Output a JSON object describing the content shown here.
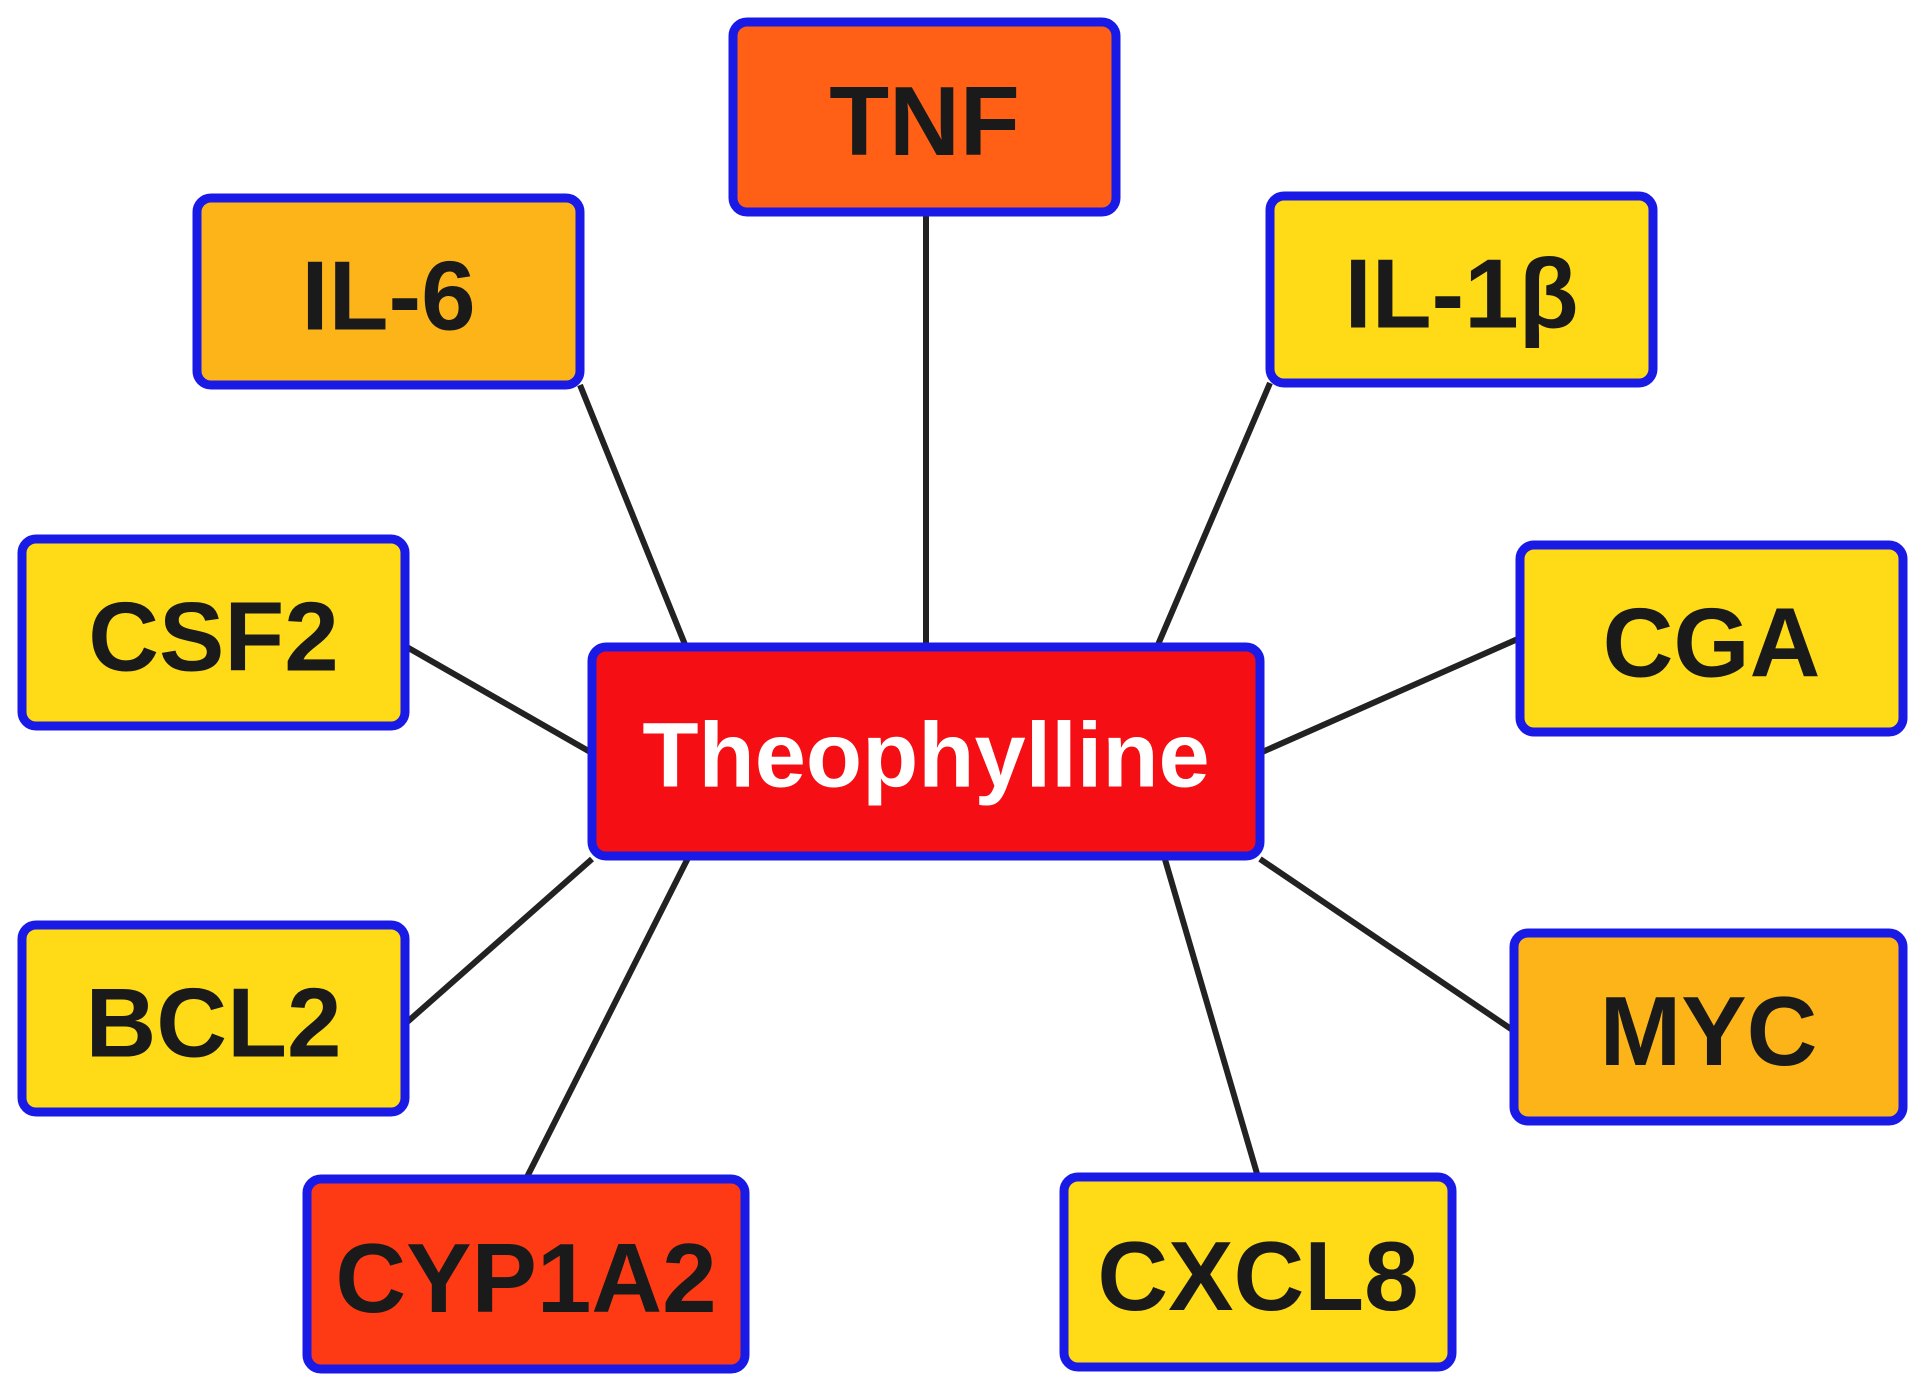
{
  "diagram": {
    "center": {
      "label": "Theophylline",
      "fill": "#F50F14",
      "text_color": "#FFFFFF",
      "border": "#1A1AE6"
    },
    "nodes": [
      {
        "id": "tnf",
        "label": "TNF",
        "fill": "#FF6015"
      },
      {
        "id": "il6",
        "label": "IL-6",
        "fill": "#FCB418"
      },
      {
        "id": "il1b",
        "label": "IL-1β",
        "fill": "#FEDA17"
      },
      {
        "id": "csf2",
        "label": "CSF2",
        "fill": "#FEDA17"
      },
      {
        "id": "cga",
        "label": "CGA",
        "fill": "#FEDA17"
      },
      {
        "id": "bcl2",
        "label": "BCL2",
        "fill": "#FEDA17"
      },
      {
        "id": "myc",
        "label": "MYC",
        "fill": "#FCB418"
      },
      {
        "id": "cyp1a2",
        "label": "CYP1A2",
        "fill": "#FD3A14"
      },
      {
        "id": "cxcl8",
        "label": "CXCL8",
        "fill": "#FEDA17"
      }
    ],
    "node_border": "#1A1AE6",
    "node_text_color": "#1A1A1A",
    "edge_color": "#222222"
  }
}
